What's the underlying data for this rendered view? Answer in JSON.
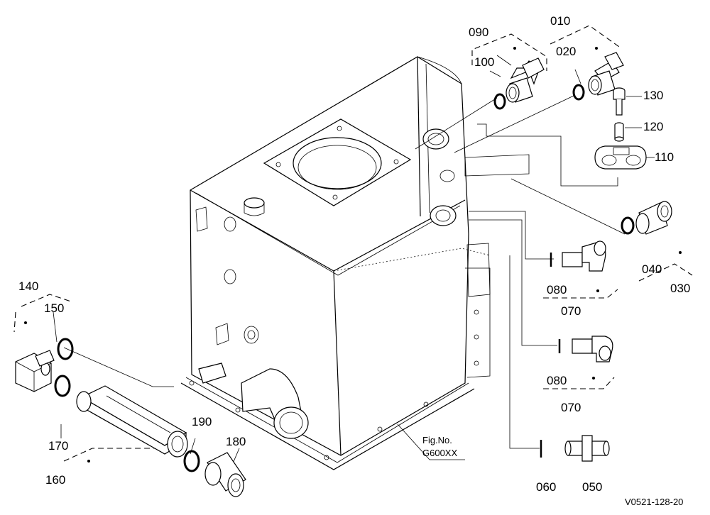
{
  "callouts": {
    "c010": "010",
    "c020": "020",
    "c030": "030",
    "c040": "040",
    "c050": "050",
    "c060": "060",
    "c070a": "070",
    "c070b": "070",
    "c080a": "080",
    "c080b": "080",
    "c090": "090",
    "c100": "100",
    "c110": "110",
    "c120": "120",
    "c130": "130",
    "c140": "140",
    "c150": "150",
    "c160": "160",
    "c170": "170",
    "c180": "180",
    "c190": "190"
  },
  "figure": {
    "line1": "Fig.No.",
    "line2": "G600XX"
  },
  "drawing_code": "V0521-128-20"
}
